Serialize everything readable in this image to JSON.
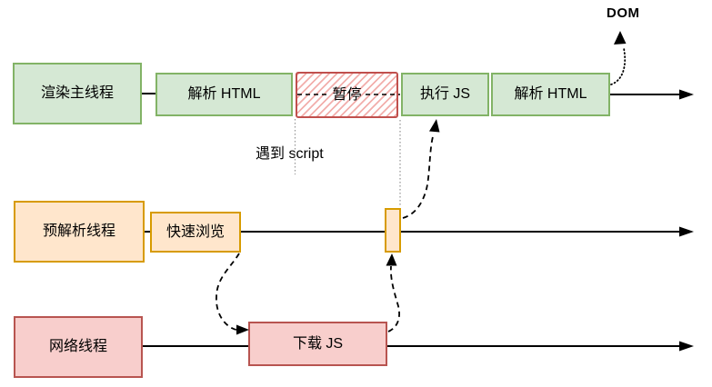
{
  "colors": {
    "green_fill": "#d5e8d4",
    "green_border": "#82b366",
    "orange_fill": "#ffe6cc",
    "orange_border": "#d79b00",
    "pink_fill": "#f8cecc",
    "pink_border": "#b85450",
    "pause_border": "#c0504d",
    "pause_hatch": "#f2aeab",
    "line_color": "#000000",
    "guide_color": "#9a9a9a",
    "bg": "#ffffff",
    "text": "#000000"
  },
  "lanes": {
    "render_main": {
      "label": "渲染主线程",
      "tasks": {
        "parse_html_1": "解析 HTML",
        "pause": "暂停",
        "execute_js": "执行 JS",
        "parse_html_2": "解析 HTML"
      }
    },
    "preparse": {
      "label": "预解析线程",
      "tasks": {
        "quick_scan": "快速浏览"
      }
    },
    "network": {
      "label": "网络线程",
      "tasks": {
        "download_js": "下载 JS"
      }
    }
  },
  "annotations": {
    "encounter_script": "遇到 script",
    "dom_output": "DOM"
  }
}
